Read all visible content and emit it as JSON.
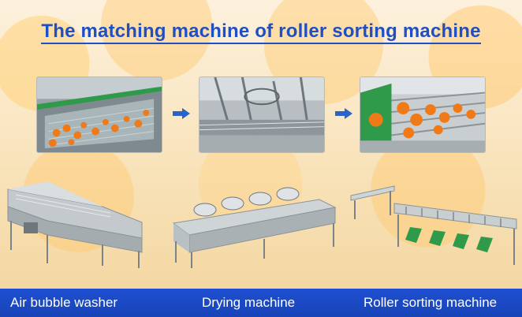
{
  "title": "The matching machine of roller sorting machine",
  "colors": {
    "title": "#1f4fc4",
    "bar": "#1844b8",
    "arrow": "#2a64c8",
    "orange": "#f07a18"
  },
  "process_photos": [
    {
      "name": "washing-process-photo"
    },
    {
      "name": "drying-process-photo"
    },
    {
      "name": "sorting-process-photo"
    }
  ],
  "arrows": [
    "right-arrow-icon",
    "right-arrow-icon"
  ],
  "machines": [
    {
      "caption": "Air bubble washer"
    },
    {
      "caption": "Drying machine"
    },
    {
      "caption": "Roller sorting machine"
    }
  ]
}
